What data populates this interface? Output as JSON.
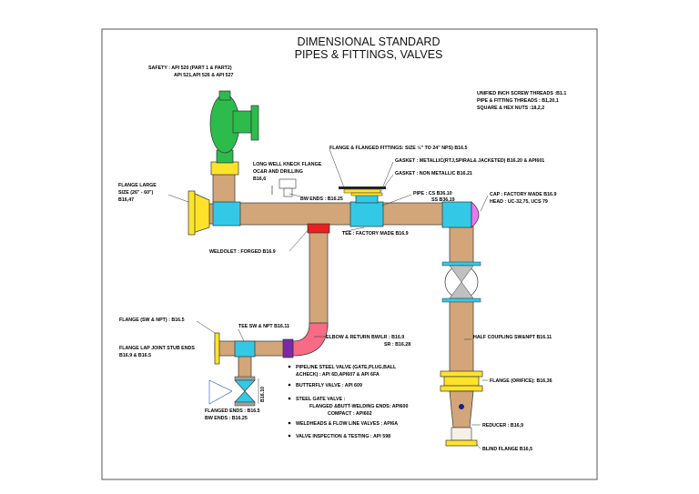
{
  "title": {
    "line1": "DIMENSIONAL STANDARD",
    "line2": "PIPES & FITTINGS, VALVES"
  },
  "standards": {
    "line1": "UNIFIED INCH SCREW THREADS :B1.1",
    "line2": "PIPE & FITTING THREADS : B1,20,1",
    "line3": "SQUARE & HEX NUTS :18,2,2"
  },
  "labels": {
    "safety_1": "SAFETY : API 520 (PART 1 & PART2)",
    "safety_2": "API 521,API 526 & API 527",
    "long_well_1": "LONG WELL KNECK FLANGE",
    "long_well_2": "OC&R AND DRILLING",
    "long_well_3": "B16,6",
    "flange_large_1": "FLANGE LARGE",
    "flange_large_2": "SIZE (26\" - 60\")",
    "flange_large_3": "B16,47",
    "bw_ends_top": "BW ENDS : B16.25",
    "flange_fittings": "FLANGE & FLANGED FITTINGS: SIZE ½\" TO 24\" NPS) B16.5",
    "gasket_metallic": "GASKET : METALLIC(RTJ,SPIRAL& JACKETED) B16.20 & API601",
    "gasket_nonmetal": "GASKET : NON METALLIC B16.21",
    "pipe_cs": "PIPE : CS B36.10",
    "pipe_ss": "SS B36,19",
    "cap_1": "CAP : FACTORY MADE B16.9",
    "cap_2": "HEAD : UC-32,75, UCS 79",
    "tee_factory": "TEE : FACTORY MADE B16.9",
    "weldolet": "WELDOLET : FORGED B16.9",
    "flange_sw_npt": "FLANGE (SW & NPT) : B16.5",
    "tee_sw": "TEE SW & NPT B16.11",
    "flange_lap_1": "FLANGE LAP JOINT STUB ENDS",
    "flange_lap_2": "B16.9 & B16.5",
    "elbow_1": "ELBOW & RETURN BW/LR : B16.9",
    "elbow_2": "SR : B16.28",
    "half_coupling": "HALF COUPLING SW&NPT B16.11",
    "flange_orifice": "FLANGE (ORIFICE): B16,36",
    "reducer": "REDUCER : B16,9",
    "blind_flange": "BLIND FLANGE B16,5",
    "flanged_ends": "FLANGED ENDS : B16.5",
    "bw_ends_bottom": "BW ENDS        : B16.25",
    "b16_10": "B16.10"
  },
  "bullets": [
    {
      "text": "PIPELINE STEEL VALVE (GATE,PLUG,BALL",
      "cont": "&CHECK) : API 6D,API607 & API 6FA"
    },
    {
      "text": "BUTTERFLY VALVE : API 609"
    },
    {
      "text": "STEEL GATE VALVE :",
      "cont": "FLANGED &BUTT-WELDING ENDS: API600",
      "cont2": "COMPACT : API602"
    },
    {
      "text": "WELDHEADS & FLOW LINE VALVES : API6A"
    },
    {
      "text": "VALVE INSPECTION & TESTING : API 598"
    }
  ],
  "colors": {
    "pipe": "#d2a679",
    "fitting": "#33c9e6",
    "flange": "#ffe32b",
    "pump": "#2dbb4c",
    "weldolet": "#e8201f",
    "elbow": "#f76b84",
    "cap": "#e57af0",
    "reducer_joint": "#7e28a8"
  }
}
